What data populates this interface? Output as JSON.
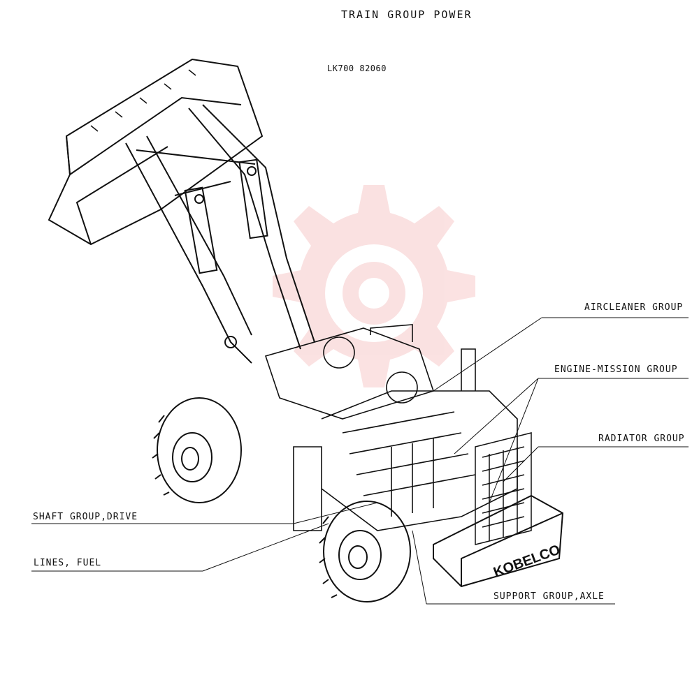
{
  "header": {
    "title": "TRAIN GROUP POWER",
    "model_code": "LK700 82060"
  },
  "callouts": [
    {
      "id": "aircleaner",
      "text": "AIRCLEANER GROUP"
    },
    {
      "id": "engine_mission",
      "text": "ENGINE-MISSION GROUP"
    },
    {
      "id": "radiator",
      "text": "RADIATOR GROUP"
    },
    {
      "id": "shaft_drive",
      "text": "SHAFT GROUP,DRIVE"
    },
    {
      "id": "lines_fuel",
      "text": "LINES, FUEL"
    },
    {
      "id": "support_axle",
      "text": "SUPPORT GROUP,AXLE"
    }
  ],
  "machine": {
    "brand_text": "KOBELCO",
    "illustration": "wheel-loader"
  },
  "colors": {
    "ink": "#111111",
    "watermark": "#e85c5c"
  }
}
